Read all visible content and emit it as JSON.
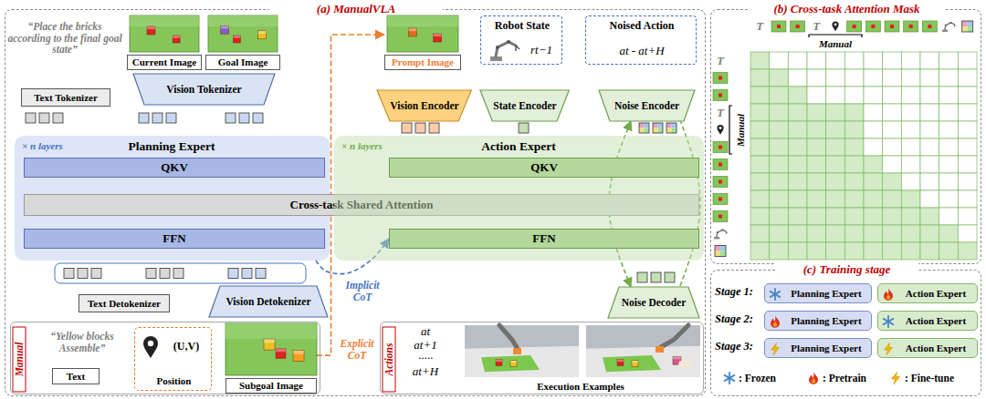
{
  "diagram": {
    "nodes": [
      {
        "text": [
          "(a) ManualVLA"
        ]
      },
      {
        "text": [
          "Current Image"
        ],
        "in": 0
      },
      {
        "text": [
          "Goal Image"
        ],
        "in": 0
      },
      {
        "text": [
          "Text Tokenizer"
        ],
        "in": 0
      },
      {
        "text": [
          "Vision Tokenizer"
        ],
        "in": 0
      },
      {
        "text": [
          "× n layers",
          "Planning Expert"
        ],
        "in": 0
      },
      {
        "text": [
          "QKV"
        ],
        "in": 5
      },
      {
        "text": [
          "Cross-task Shared Attention"
        ],
        "in": 0
      },
      {
        "text": [
          "FFN"
        ],
        "in": 5
      },
      {
        "text": [
          "Text Detokenizer"
        ],
        "in": 0
      },
      {
        "text": [
          "Vision Detokenizer"
        ],
        "in": 0
      },
      {
        "text": [
          "Manual",
          "“Yellow blocks Assemble”",
          "Text"
        ],
        "in": 0
      },
      {
        "text": [
          "(U,V)",
          "Position"
        ],
        "in": 11
      },
      {
        "text": [
          "Subgoal Image"
        ],
        "in": 11
      },
      {
        "text": [
          "Prompt Image"
        ],
        "in": 0
      },
      {
        "text": [
          "Robot State",
          "rt−1"
        ],
        "in": 0
      },
      {
        "text": [
          "Noised Action",
          "at - at+H"
        ],
        "in": 0
      },
      {
        "text": [
          "Vision Encoder"
        ],
        "in": 0
      },
      {
        "text": [
          "State Encoder"
        ],
        "in": 0
      },
      {
        "text": [
          "Noise Encoder"
        ],
        "in": 0
      },
      {
        "text": [
          "× n layers",
          "Action Expert"
        ],
        "in": 0
      },
      {
        "text": [
          "QKV"
        ],
        "in": 20
      },
      {
        "text": [
          "FFN"
        ],
        "in": 20
      },
      {
        "text": [
          "Noise Decoder"
        ],
        "in": 0
      },
      {
        "text": [
          "Actions",
          "at",
          "at+1",
          "·····",
          "at+H",
          "Execution Examples"
        ],
        "in": 0
      },
      {
        "text": [
          "(b) Cross-task Attention Mask"
        ]
      },
      {
        "text": [
          "(c) Training stage"
        ]
      },
      {
        "text": [
          "Planning Expert"
        ],
        "in": 26
      },
      {
        "text": [
          "Action Expert"
        ],
        "in": 26
      },
      {
        "text": [
          "Planning Expert"
        ],
        "in": 26
      },
      {
        "text": [
          "Action Expert"
        ],
        "in": 26
      },
      {
        "text": [
          "Planning Expert"
        ],
        "in": 26
      },
      {
        "text": [
          "Action Expert"
        ],
        "in": 26
      }
    ],
    "edges": [
      {
        "from": 5,
        "to": 22,
        "arrow": "to",
        "label": "Implicit CoT"
      },
      {
        "from": 13,
        "to": 14,
        "arrow": "to",
        "label": "Explicit CoT"
      },
      {
        "from": 23,
        "to": 19,
        "arrow": "both"
      }
    ],
    "labels": [
      "“Place the bricks according to the final goal state”",
      "T",
      "T",
      "Manual",
      "T",
      "T",
      "Manual",
      "Stage 1:",
      "Stage 2:",
      "Stage 3:"
    ],
    "legend": [
      {
        "text": ": Frozen"
      },
      {
        "text": ": Pretrain"
      },
      {
        "text": ": Fine-tune"
      }
    ]
  }
}
